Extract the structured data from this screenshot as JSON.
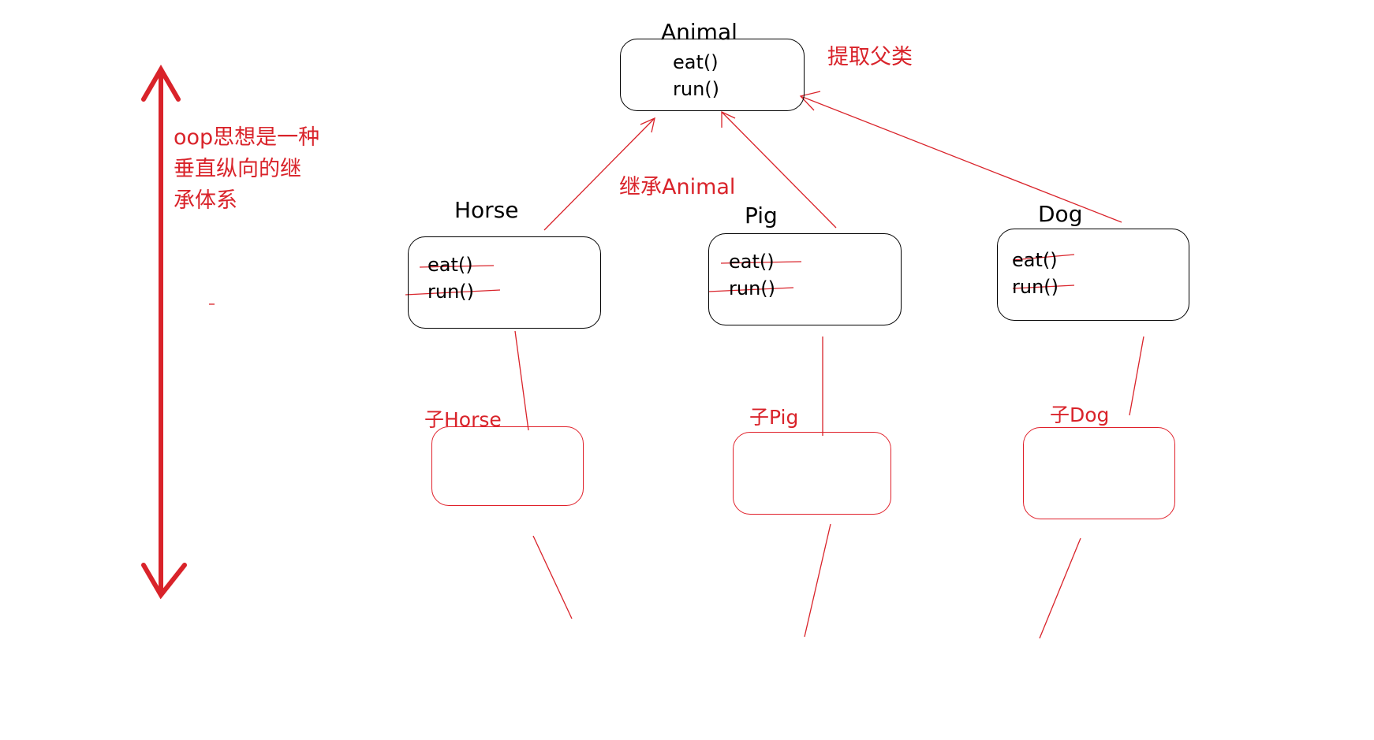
{
  "colors": {
    "red": "#d9232a",
    "black": "#000000"
  },
  "note": {
    "lines": [
      "oop思想是一种",
      "垂直纵向的继",
      "承体系"
    ]
  },
  "extract_label": "提取父类",
  "inherit_label": "继承Animal",
  "parent": {
    "name": "Animal",
    "methods": [
      "eat()",
      "run()"
    ]
  },
  "children": [
    {
      "name": "Horse",
      "methods": [
        "eat()",
        "run()"
      ],
      "sub_label": "子Horse"
    },
    {
      "name": "Pig",
      "methods": [
        "eat()",
        "run()"
      ],
      "sub_label": "子Pig"
    },
    {
      "name": "Dog",
      "methods": [
        "eat()",
        "run()"
      ],
      "sub_label": "子Dog"
    }
  ]
}
